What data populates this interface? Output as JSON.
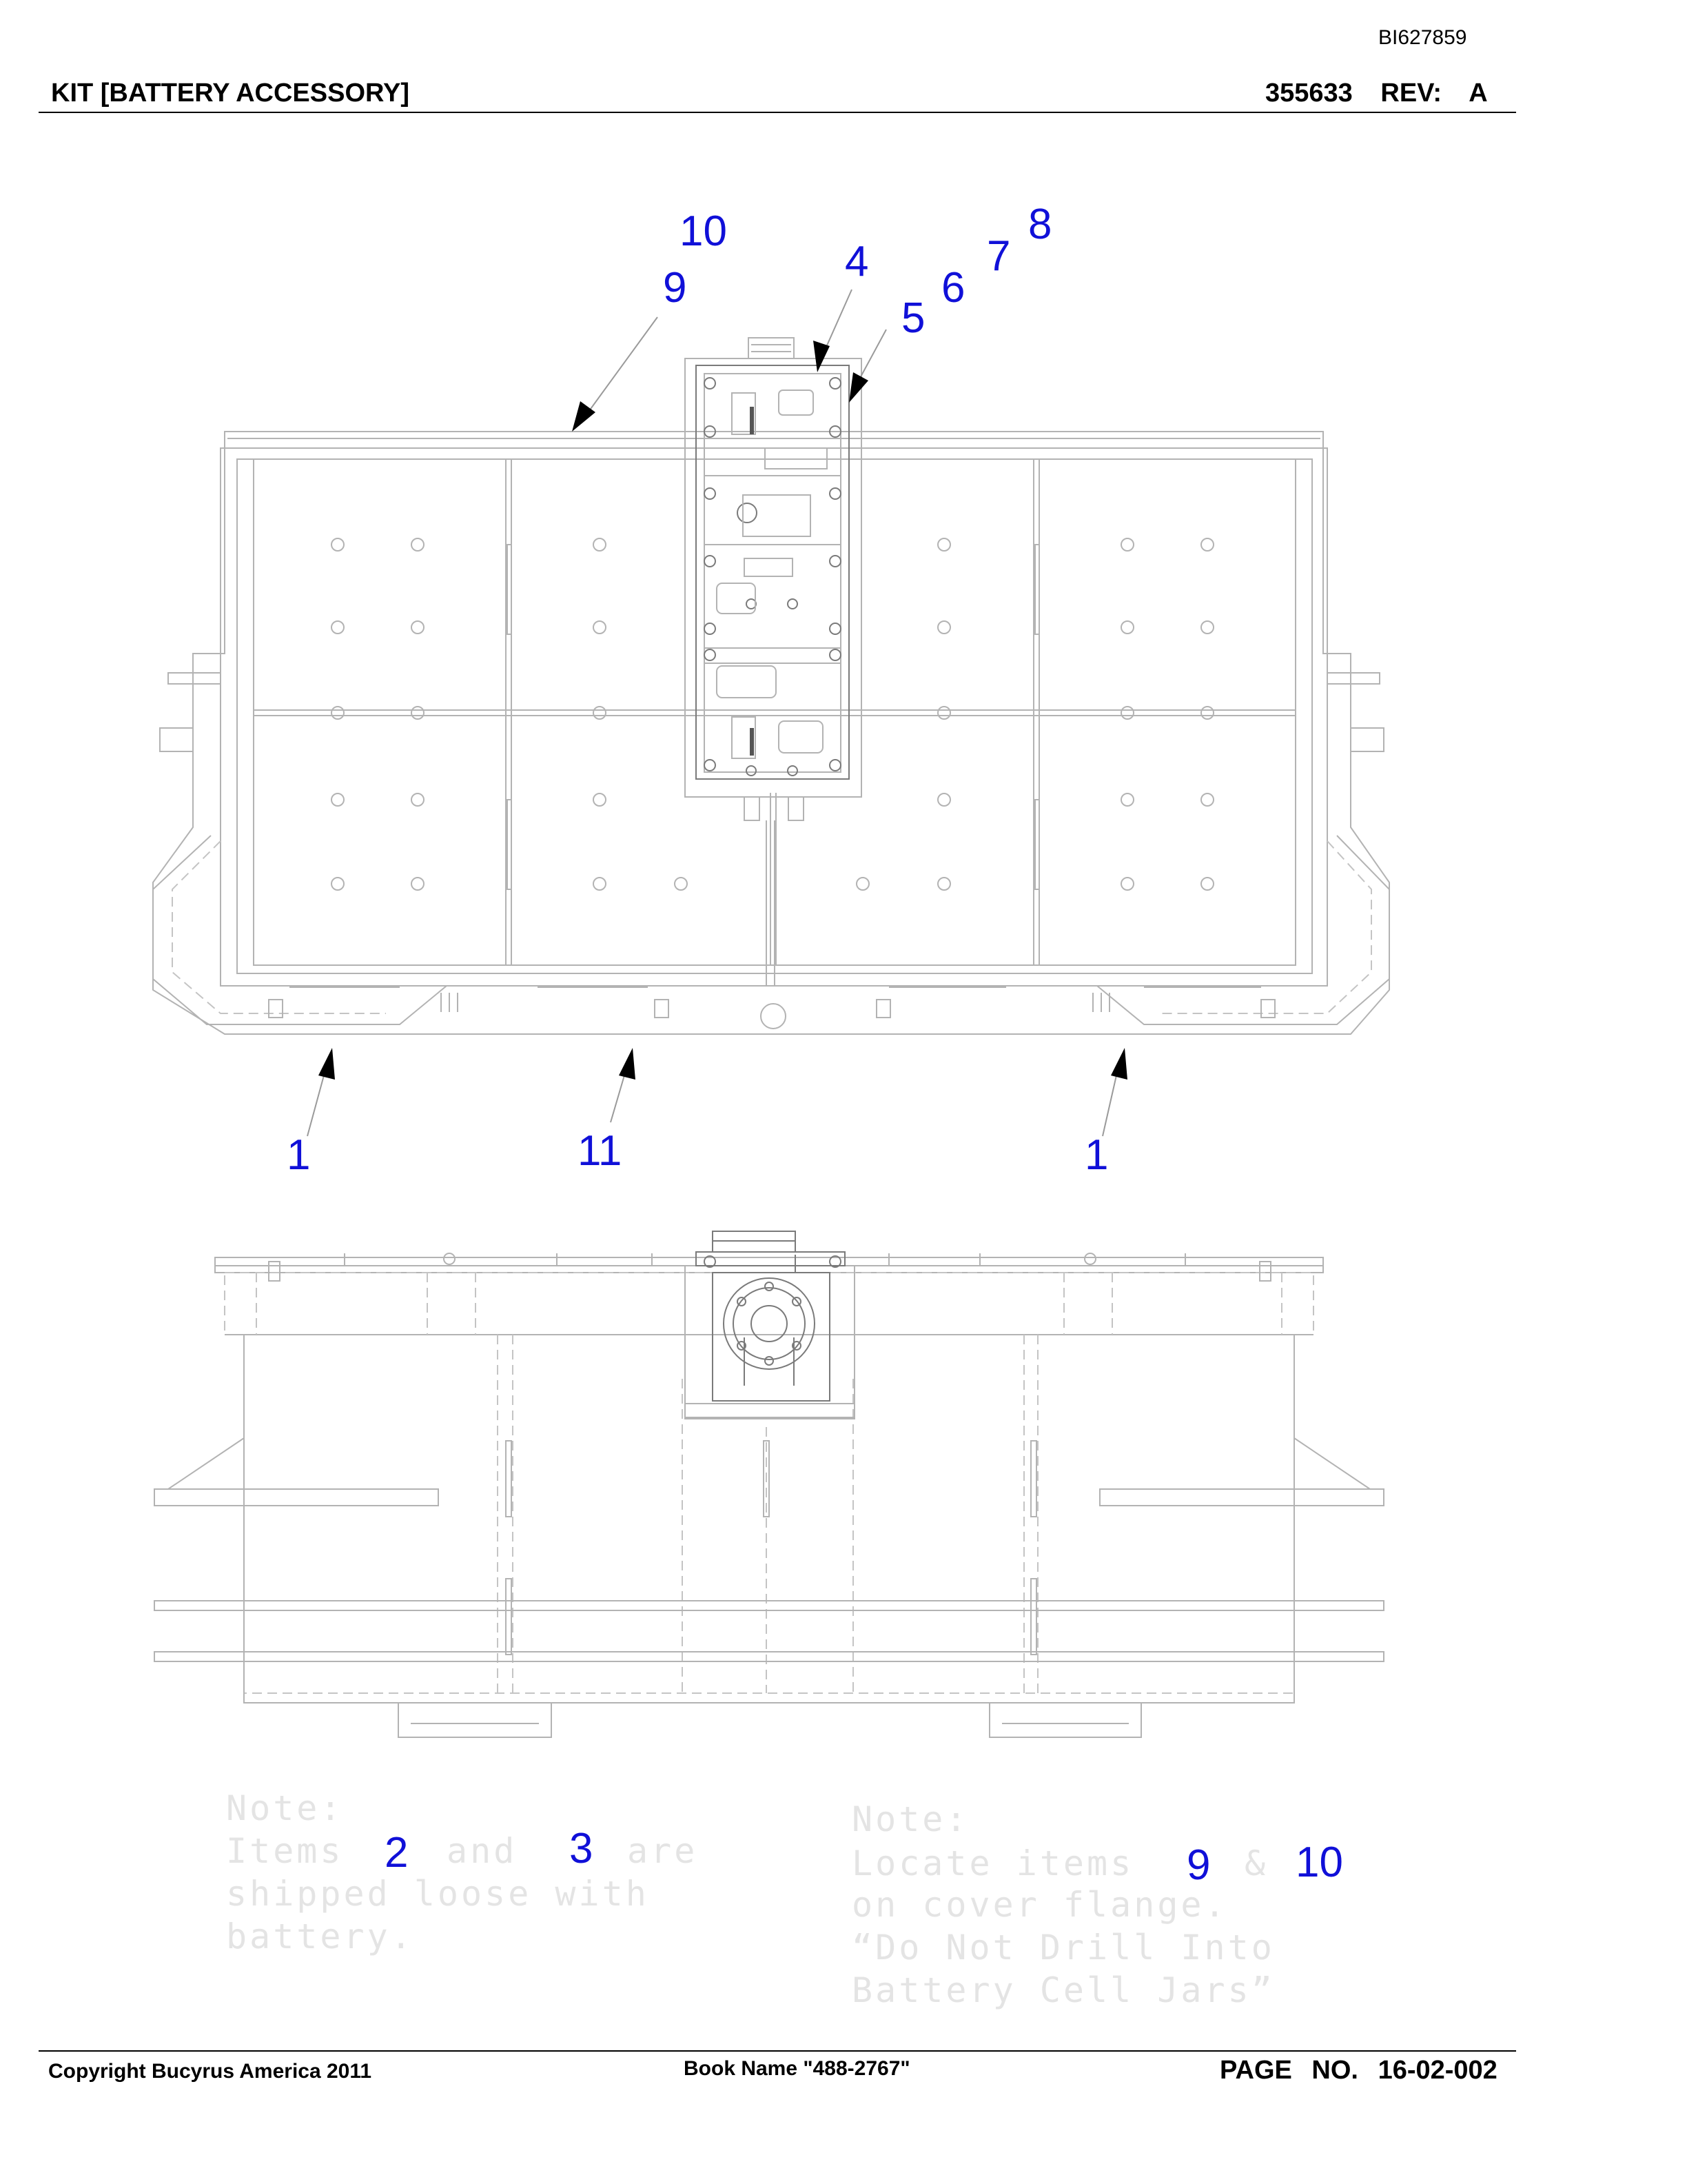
{
  "header": {
    "doc_id": "BI627859",
    "title": "KIT [BATTERY ACCESSORY]",
    "part_number": "355633",
    "rev_label": "REV:",
    "rev_value": "A"
  },
  "callouts": {
    "c1_left": "1",
    "c11": "11",
    "c1_right": "1",
    "c9": "9",
    "c10": "10",
    "c4": "4",
    "c5": "5",
    "c6": "6",
    "c7": "7",
    "c8": "8"
  },
  "notes": {
    "left": {
      "heading": "Note:",
      "line1_pre": "Items",
      "item_a": "2",
      "line1_mid": "and",
      "item_b": "3",
      "line1_post": "are",
      "line2": "shipped loose with",
      "line3": "battery."
    },
    "right": {
      "heading": "Note:",
      "line1_pre": "Locate items",
      "item_a": "9",
      "line1_mid": "&",
      "item_b": "10",
      "line2": "on cover flange.",
      "line3": "“Do Not Drill Into",
      "line4": "Battery Cell Jars”"
    }
  },
  "footer": {
    "copyright": "Copyright Bucyrus America 2011",
    "book_name": "Book Name \"488-2767\"",
    "page_label": "PAGE NO.",
    "page_number": "16-02-002"
  }
}
